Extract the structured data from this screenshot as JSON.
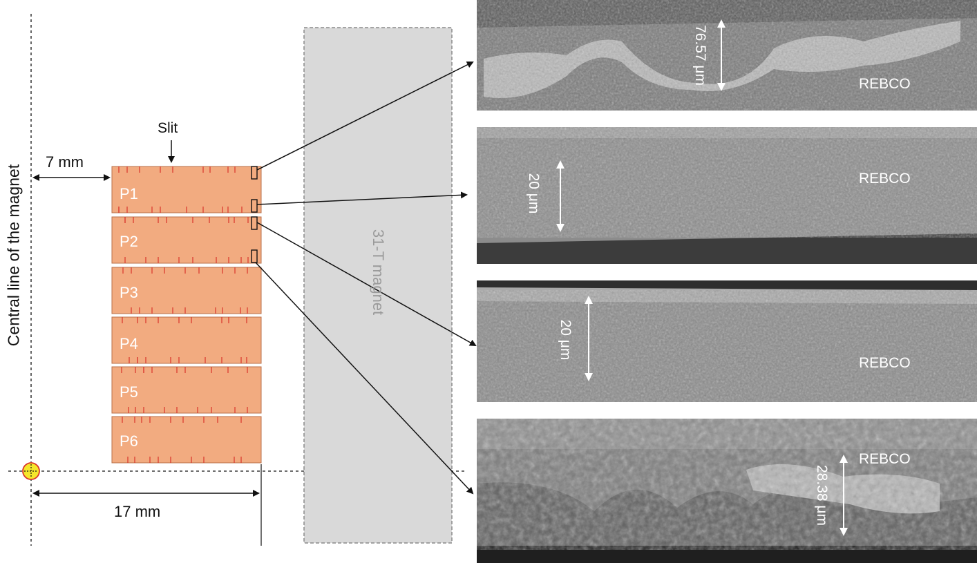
{
  "labels": {
    "central_line": "Central line of the magnet",
    "dim_7": "7 mm",
    "dim_17": "17 mm",
    "slit": "Slit",
    "magnet": "31-T magnet",
    "pancakes": [
      "P1",
      "P2",
      "P3",
      "P4",
      "P5",
      "P6"
    ]
  },
  "micrographs": [
    {
      "material": "REBCO",
      "measurement": "76.57 μm"
    },
    {
      "material": "REBCO",
      "measurement": "20 μm"
    },
    {
      "material": "REBCO",
      "measurement": "20 μm"
    },
    {
      "material": "REBCO",
      "measurement": "28.38 μm"
    }
  ],
  "colors": {
    "pancake_fill": "#f2ab80",
    "slit_mark": "#d9342b",
    "magnet_fill": "#d9d9d9",
    "marker_fill": "#f5e62b",
    "marker_stroke": "#d9342b"
  }
}
